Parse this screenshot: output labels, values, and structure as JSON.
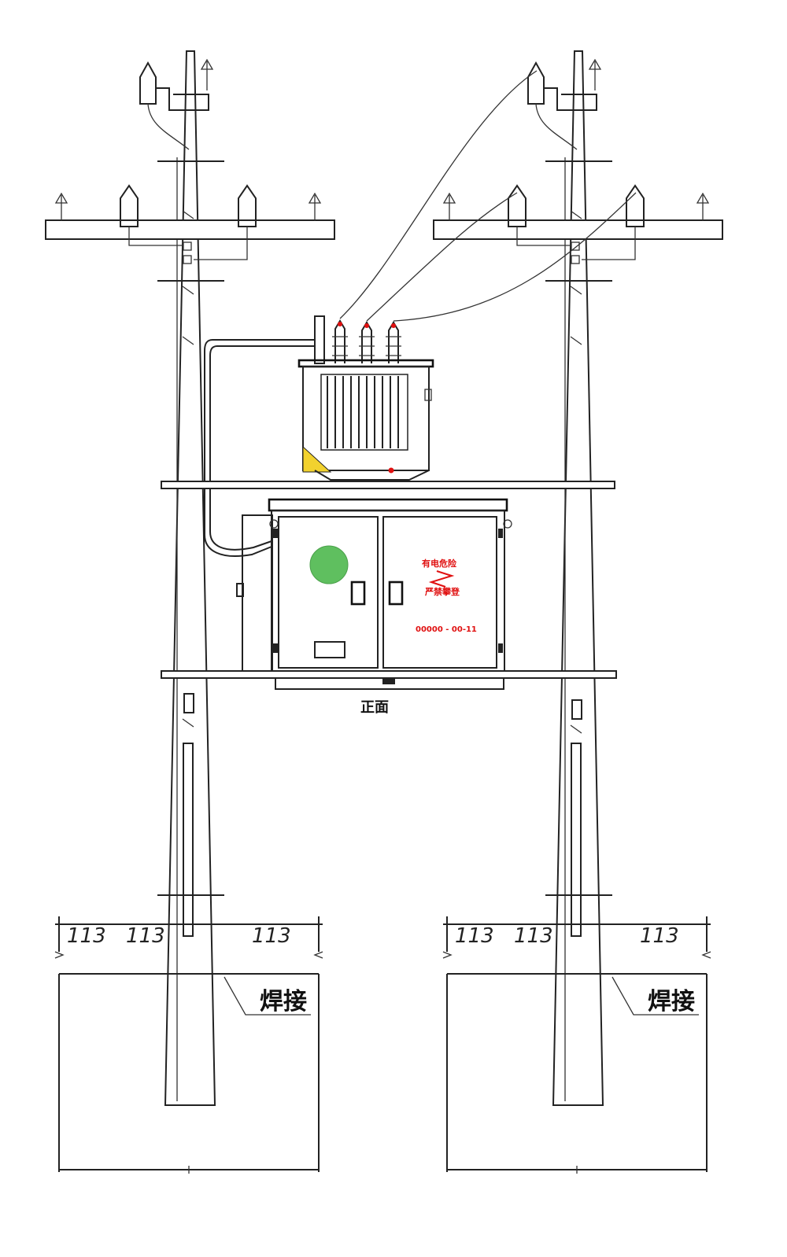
{
  "labels": {
    "front_view": "正面",
    "weld_left": "焊接",
    "weld_right": "焊接",
    "ground_mark": "113",
    "cabinet_line1": "有电危险",
    "cabinet_line2": "严禁攀登",
    "cabinet_code": "00000 - 00-11"
  },
  "colors": {
    "line": "#222222",
    "warning_red": "#e01010",
    "indicator_green": "#5fbf5f",
    "warning_triangle": "#f2d22e"
  }
}
